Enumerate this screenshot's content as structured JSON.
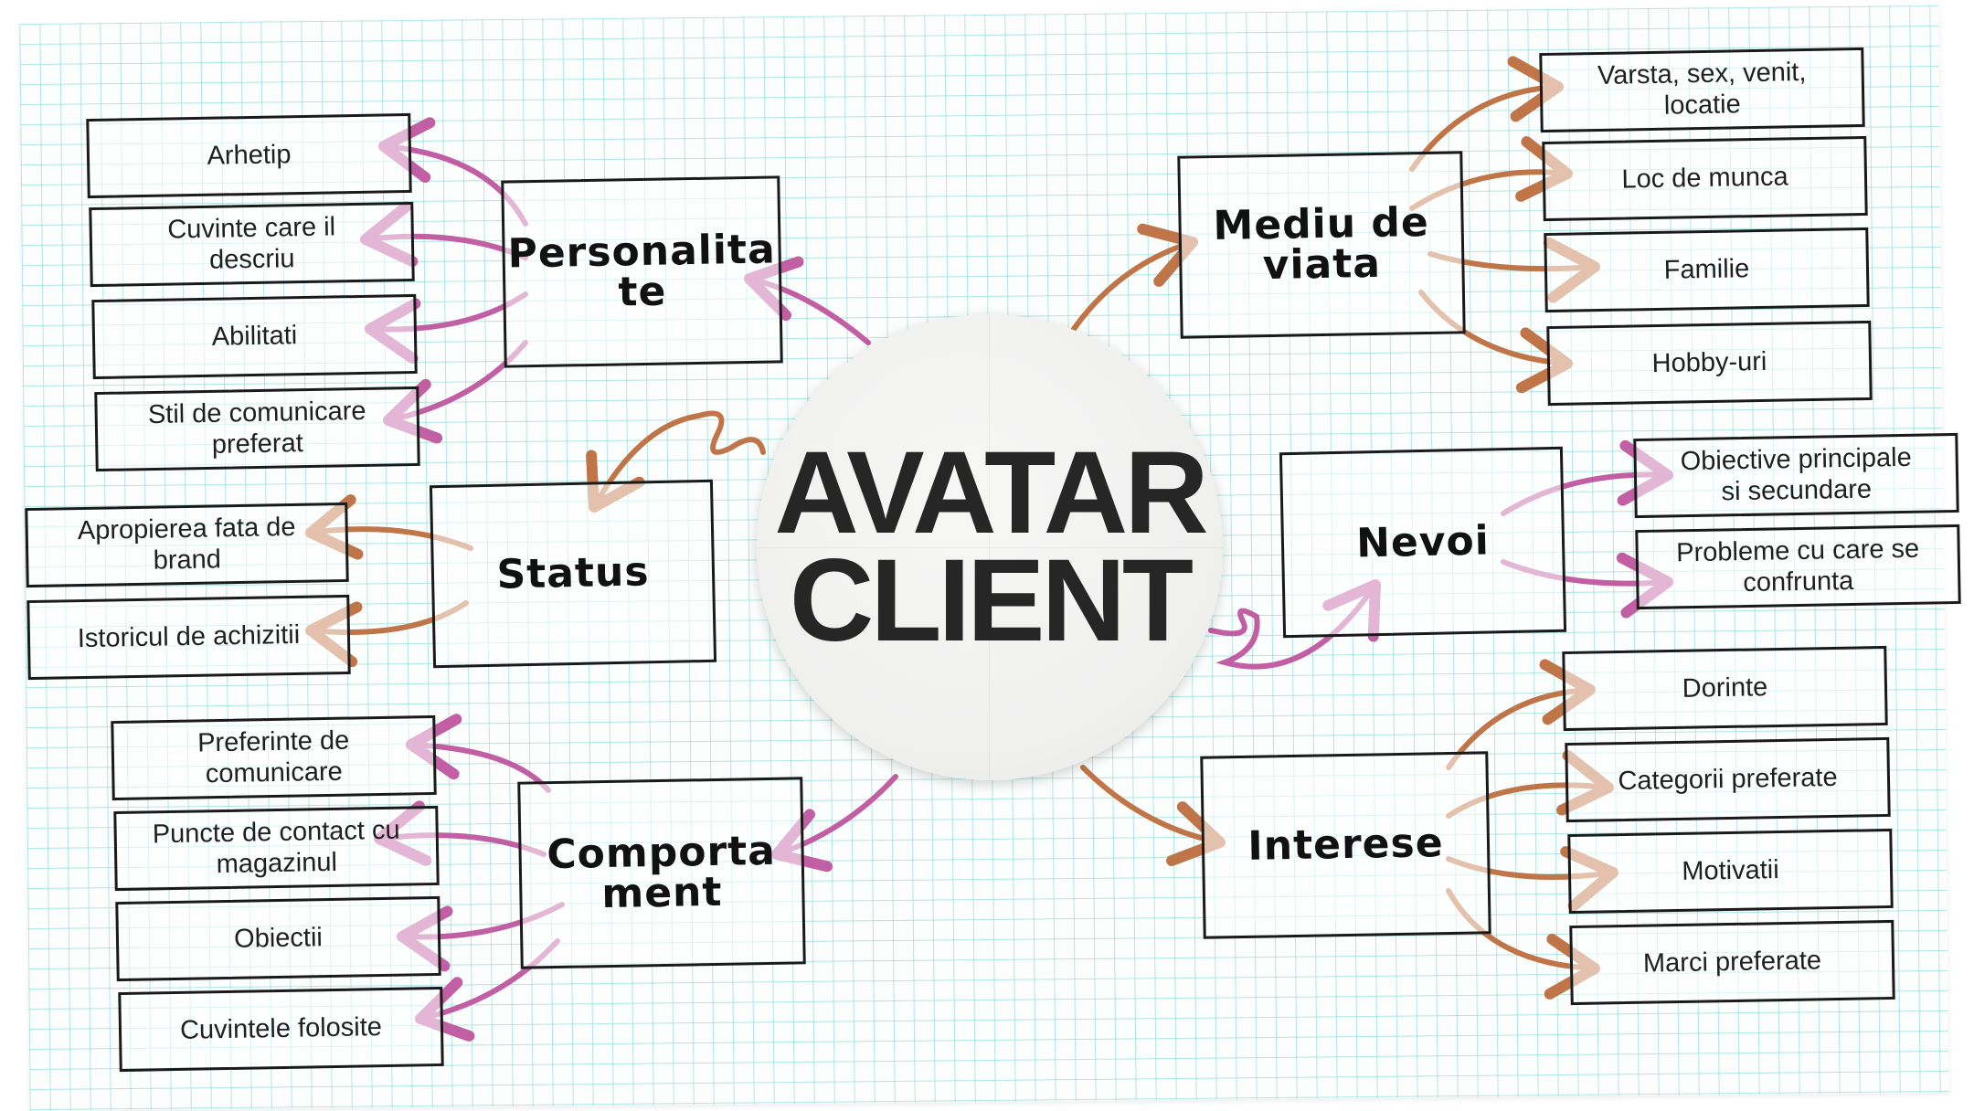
{
  "center": {
    "line1": "AVATAR",
    "line2": "CLIENT"
  },
  "colors": {
    "pink": "#c25ea3",
    "orange": "#c07548",
    "ink": "#1a1a1a",
    "grid": "#76d4cc"
  },
  "categories": {
    "personalitate": {
      "label": "Personalita\nte",
      "items": [
        "Arhetip",
        "Cuvinte care il\ndescriu",
        "Abilitati",
        "Stil de comunicare\npreferat"
      ]
    },
    "status": {
      "label": "Status",
      "items": [
        "Apropierea fata de\nbrand",
        "Istoricul de achizitii"
      ]
    },
    "comportament": {
      "label": "Comporta\nment",
      "items": [
        "Preferinte de\ncomunicare",
        "Puncte de contact cu\nmagazinul",
        "Obiectii",
        "Cuvintele folosite"
      ]
    },
    "mediu": {
      "label": "Mediu de\nviata",
      "items": [
        "Varsta, sex, venit,\nlocatie",
        "Loc de munca",
        "Familie",
        "Hobby-uri"
      ]
    },
    "nevoi": {
      "label": "Nevoi",
      "items": [
        "Obiective principale\nsi secundare",
        "Probleme cu care se\nconfrunta"
      ]
    },
    "interese": {
      "label": "Interese",
      "items": [
        "Dorinte",
        "Categorii preferate",
        "Motivatii",
        "Marci preferate"
      ]
    }
  }
}
